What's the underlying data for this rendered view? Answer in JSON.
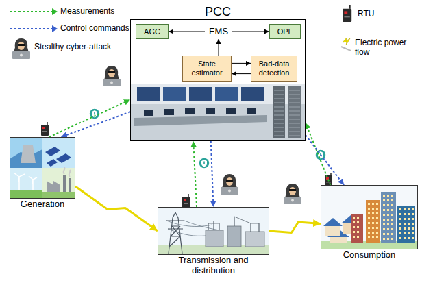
{
  "diagram": {
    "nodes": [
      {
        "text": [
          "PCC"
        ]
      },
      {
        "text": [
          "AGC"
        ],
        "in": 0
      },
      {
        "text": [
          "EMS"
        ],
        "in": 0
      },
      {
        "text": [
          "OPF"
        ],
        "in": 0
      },
      {
        "text": [
          "State estimator"
        ],
        "in": 0
      },
      {
        "text": [
          "Bad-data detection"
        ],
        "in": 0
      },
      {
        "text": [
          "Generation"
        ]
      },
      {
        "text": [
          "Transmission and distribution"
        ]
      },
      {
        "text": [
          "Consumption"
        ]
      }
    ],
    "edges": [
      {
        "from": 2,
        "to": 1,
        "arrow": "to"
      },
      {
        "from": 2,
        "to": 3,
        "arrow": "to"
      },
      {
        "from": 4,
        "to": 2,
        "arrow": "to"
      },
      {
        "from": 4,
        "to": 5,
        "arrow": "to"
      },
      {
        "from": 5,
        "to": 4,
        "arrow": "to"
      },
      {
        "from": 6,
        "to": 0,
        "arrow": "to"
      },
      {
        "from": 0,
        "to": 6,
        "arrow": "to"
      },
      {
        "from": 7,
        "to": 0,
        "arrow": "to"
      },
      {
        "from": 0,
        "to": 7,
        "arrow": "to"
      },
      {
        "from": 8,
        "to": 0,
        "arrow": "to"
      },
      {
        "from": 0,
        "to": 8,
        "arrow": "to"
      },
      {
        "from": 6,
        "to": 7,
        "arrow": "to"
      },
      {
        "from": 7,
        "to": 8,
        "arrow": "to"
      }
    ],
    "legend": [
      {
        "text": "Measurements"
      },
      {
        "text": "Control commands"
      },
      {
        "text": "Stealthy cyber-attack"
      },
      {
        "text": "RTU"
      },
      {
        "text": "Electric power flow"
      }
    ]
  }
}
